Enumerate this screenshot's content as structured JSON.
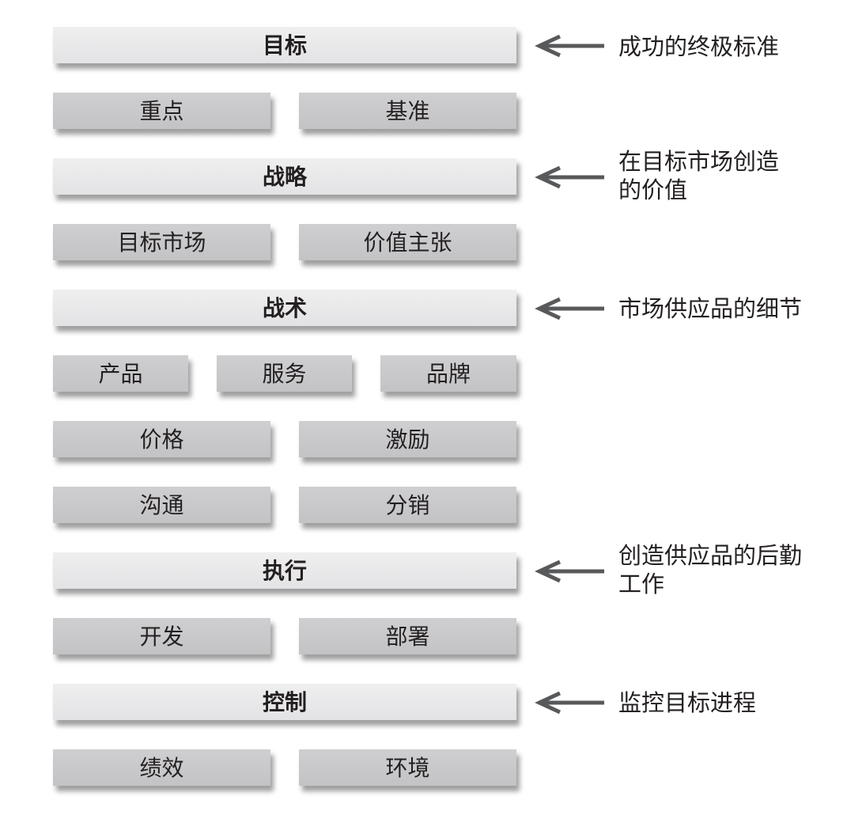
{
  "tiers": [
    {
      "label": "目标",
      "note": "成功的终极标准",
      "items": [
        "重点",
        "基准"
      ]
    },
    {
      "label": "战略",
      "note": "在目标市场创造的价值",
      "note_lines": [
        "在目标市场创造",
        "的价值"
      ],
      "items": [
        "目标市场",
        "价值主张"
      ]
    },
    {
      "label": "战术",
      "note": "市场供应品的细节",
      "items": [
        "产品",
        "服务",
        "品牌",
        "价格",
        "激励",
        "沟通",
        "分销"
      ]
    },
    {
      "label": "执行",
      "note": "创造供应品的后勤工作",
      "note_lines": [
        "创造供应品的后勤",
        "工作"
      ],
      "items": [
        "开发",
        "部署"
      ]
    },
    {
      "label": "控制",
      "note": "监控目标进程",
      "items": [
        "绩效",
        "环境"
      ]
    }
  ],
  "colors": {
    "main_box": "#e8e8ea",
    "sub_box": "#c9c9cb",
    "arrow": "#58595b",
    "text": "#231f20"
  }
}
